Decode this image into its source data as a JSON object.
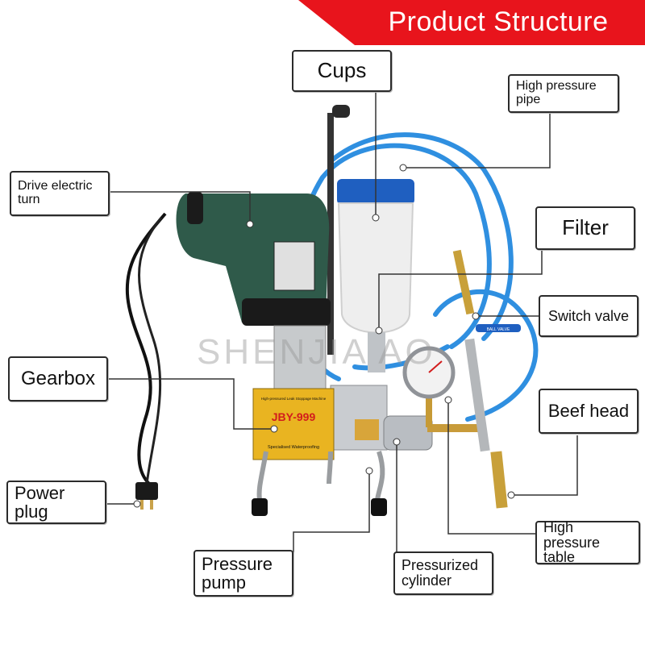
{
  "banner": {
    "title": "Product  Structure",
    "color": "#e8141c"
  },
  "watermark": "SHENJIA AO",
  "labels": {
    "cups": "Cups",
    "high_pressure_pipe": "High pressure pipe",
    "drive": "Drive electric turn",
    "filter": "Filter",
    "switch_valve": "Switch valve",
    "gearbox": "Gearbox",
    "beef_head": "Beef head",
    "power_plug": "Power plug",
    "high_pressure_table": "High pressure table",
    "pressure_pump": "Pressure pump",
    "pressurized_cylinder": "Pressurized cylinder"
  },
  "machine": {
    "nameplate_model": "JBY-999",
    "nameplate_title": "High-pressured Leak Stoppage Machine",
    "nameplate_footer": "Specialised Waterproofing",
    "valve_tag": "BALL VALVE"
  },
  "colors": {
    "hose": "#2f8fe0",
    "drill_body": "#2f5a4a",
    "nameplate": "#e9b421",
    "cup_lid": "#1f5fc0"
  }
}
